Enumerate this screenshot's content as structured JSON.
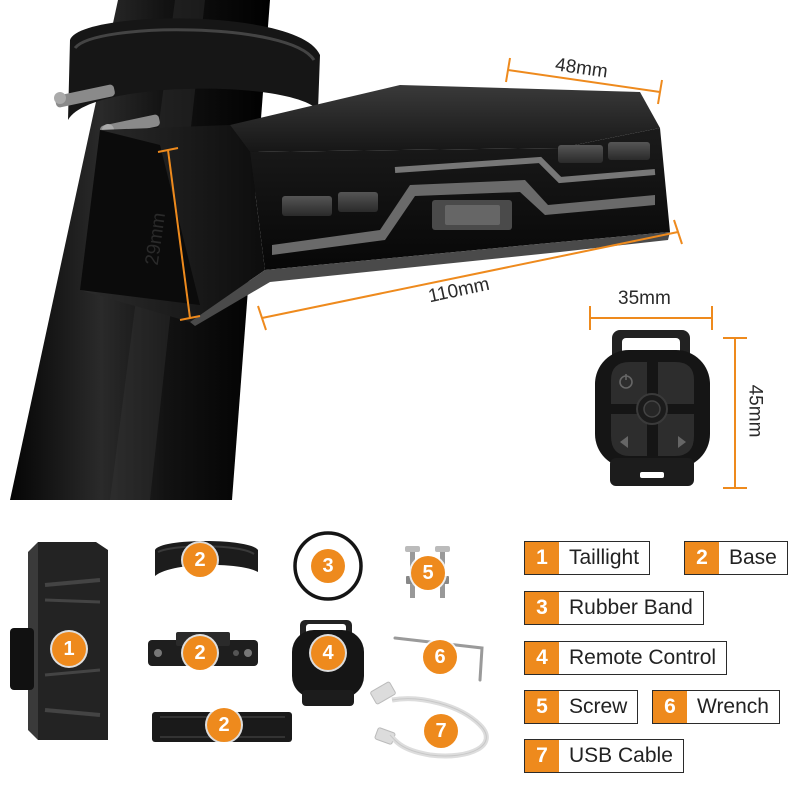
{
  "dimensions": {
    "light_width": "48mm",
    "light_height": "29mm",
    "light_length": "110mm",
    "remote_width": "35mm",
    "remote_height": "45mm"
  },
  "parts": {
    "taillight_num": "1",
    "base_num": "2",
    "rubber_band_num": "3",
    "remote_num": "4",
    "screw_num": "5",
    "wrench_num": "6",
    "usb_num": "7"
  },
  "legend": [
    {
      "num": "1",
      "label": "Taillight"
    },
    {
      "num": "2",
      "label": "Base"
    },
    {
      "num": "3",
      "label": "Rubber Band"
    },
    {
      "num": "4",
      "label": "Remote Control"
    },
    {
      "num": "5",
      "label": "Screw"
    },
    {
      "num": "6",
      "label": "Wrench"
    },
    {
      "num": "7",
      "label": "USB Cable"
    }
  ],
  "colors": {
    "accent": "#ee8a1d",
    "product_dark": "#1a1a1a",
    "background": "#ffffff"
  }
}
